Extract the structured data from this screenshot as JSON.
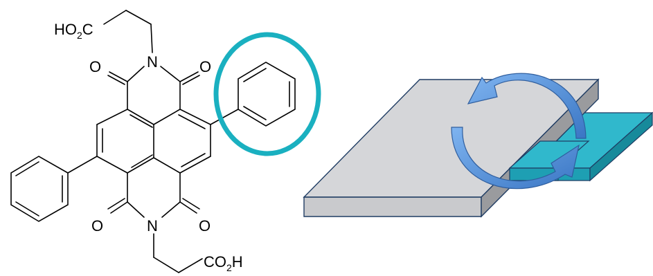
{
  "molecule": {
    "labels": {
      "top_acid_prefix": "HO",
      "top_acid_sub": "2",
      "top_acid_suffix": "C",
      "n_top": "N",
      "o_top_left": "O",
      "o_top_right": "O",
      "n_bottom": "N",
      "o_bottom_left": "O",
      "o_bottom_right": "O",
      "bottom_acid_prefix": "CO",
      "bottom_acid_sub": "2",
      "bottom_acid_suffix": "H"
    },
    "highlight_color": "#1ab0c0"
  },
  "illustration": {
    "substrate_color": "#d5d6d9",
    "substrate_edge": "#1f3c63",
    "film_color": "#30b8cc",
    "arrow_color": "#4f8fd9"
  }
}
